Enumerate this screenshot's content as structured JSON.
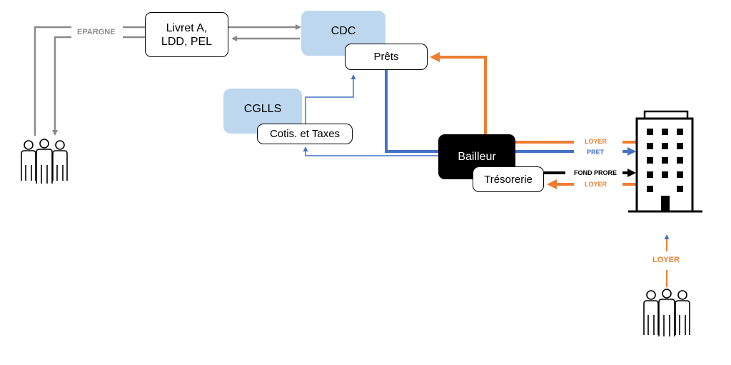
{
  "colors": {
    "orange": "#ed7d31",
    "blue": "#4472c4",
    "grey": "#8a8a8a",
    "light_blue": "#bdd7ee",
    "black": "#000000"
  },
  "nodes": {
    "livret": "Livret A,\nLDD, PEL",
    "cdc": "CDC",
    "prets": "Prêts",
    "cglls": "CGLLS",
    "cotis": "Cotis. et Taxes",
    "bailleur": "Bailleur",
    "tresorerie": "Trésorerie"
  },
  "labels": {
    "epargne": "EPARGNE",
    "loyer_top": "LOYER",
    "pret": "PRET",
    "fond_propre": "FOND PRORE",
    "loyer_bottom": "LOYER",
    "loyer_tenants": "LOYER"
  },
  "icons": {
    "savers": "people-group-icon",
    "building": "building-icon",
    "tenants": "people-group-icon"
  }
}
